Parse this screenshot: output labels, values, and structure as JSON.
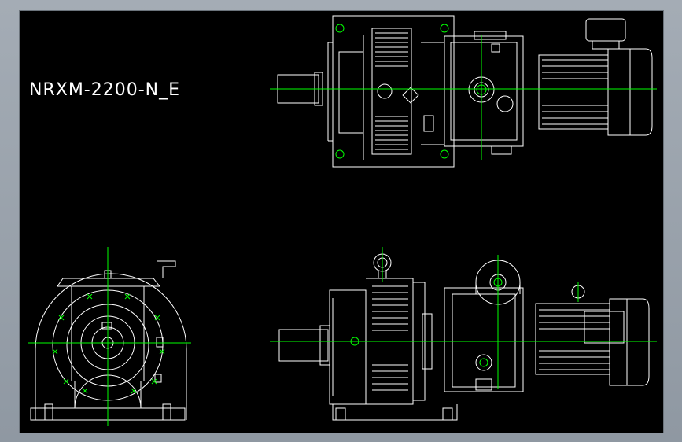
{
  "drawing": {
    "label": "NRXM-2200-N_E",
    "background": "#000000",
    "line_color": "#ffffff",
    "center_color": "#00ff00"
  },
  "views": [
    {
      "name": "top-view"
    },
    {
      "name": "side-view"
    },
    {
      "name": "front-view"
    }
  ]
}
